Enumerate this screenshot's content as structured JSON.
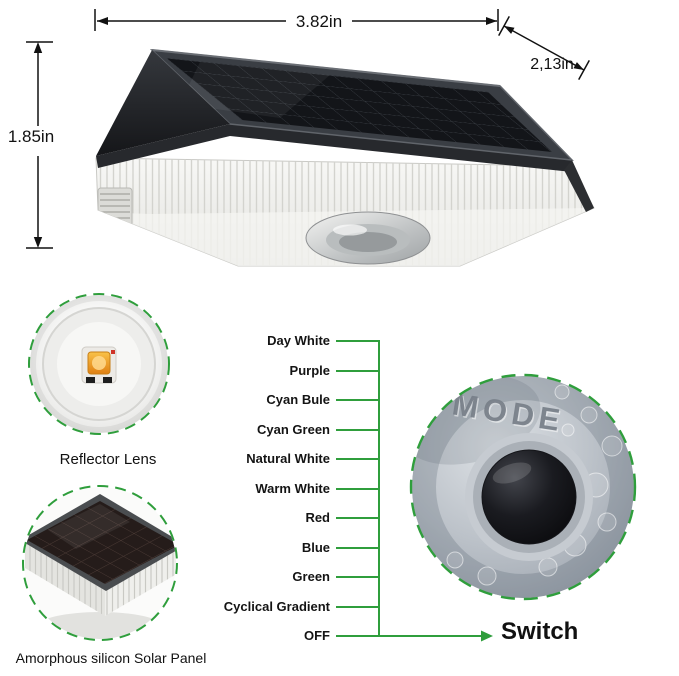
{
  "product": {
    "dimensions": {
      "width": "3.82in",
      "depth": "2,13in",
      "height": "1.85in"
    }
  },
  "callouts": {
    "reflector_label": "Reflector Lens",
    "solar_panel_label": "Amorphous silicon Solar Panel",
    "switch_label": "Switch",
    "mode_button_text": "MODE"
  },
  "light_modes": [
    "Day White",
    "Purple",
    "Cyan Bule",
    "Cyan Green",
    "Natural White",
    "Warm White",
    "Red",
    "Blue",
    "Green",
    "Cyclical Gradient",
    "OFF"
  ],
  "colors": {
    "accent_green": "#2f9e3c",
    "text": "#141414"
  }
}
